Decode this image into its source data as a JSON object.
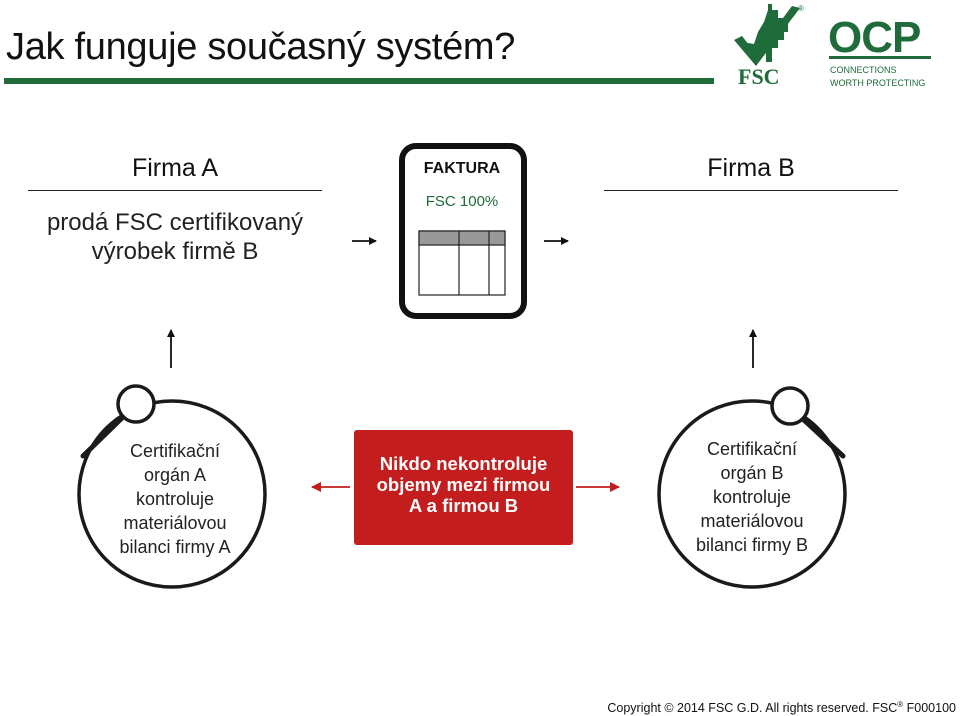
{
  "slide": {
    "title": "Jak funguje současný systém?",
    "copyright_text": "Copyright © 2014 FSC G.D. All rights reserved. FSC",
    "copyright_reg": "®",
    "copyright_code": "F000100"
  },
  "logos": {
    "fsc_label": "FSC",
    "fsc_reg": "®",
    "ocp_label": "OCP",
    "ocp_tagline_line1": "CONNECTIONS",
    "ocp_tagline_line2": "WORTH PROTECTING"
  },
  "firma_a": {
    "heading": "Firma A",
    "description": "prodá FSC certifikovaný výrobek firmě B"
  },
  "firma_b": {
    "heading": "Firma B"
  },
  "invoice": {
    "title": "FAKTURA",
    "subtitle": "FSC 100%"
  },
  "certifier_a": {
    "text_lines": [
      "Certifikační",
      "orgán A",
      "kontroluje",
      "materiálovou",
      "bilanci firmy A"
    ]
  },
  "certifier_b": {
    "text_lines": [
      "Certifikační",
      "orgán B",
      "kontroluje",
      "materiálovou",
      "bilanci firmy B"
    ]
  },
  "notice": {
    "text_lines": [
      "Nikdo nekontroluje",
      "objemy mezi firmou",
      "A a firmou B"
    ]
  },
  "colors": {
    "brand_green": "#1f6b3a",
    "alert_red": "#c41d1d",
    "text_dark": "#222222"
  }
}
